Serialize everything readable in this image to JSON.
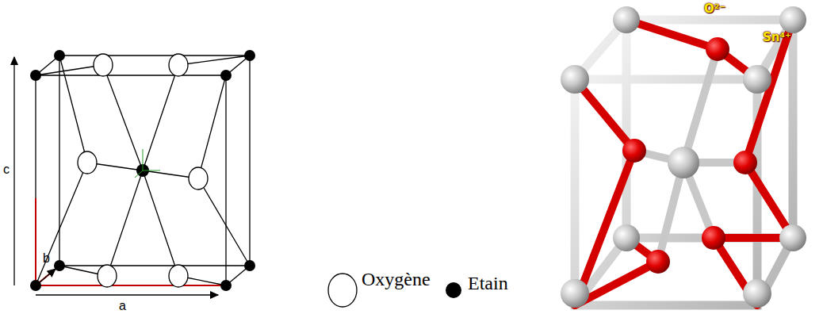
{
  "diagram": {
    "labels": [
      "c",
      "b",
      "a",
      "O²⁻",
      "Sn⁴⁺"
    ],
    "legend": [
      {
        "text": "Oxygène"
      },
      {
        "text": "Etain"
      }
    ]
  }
}
